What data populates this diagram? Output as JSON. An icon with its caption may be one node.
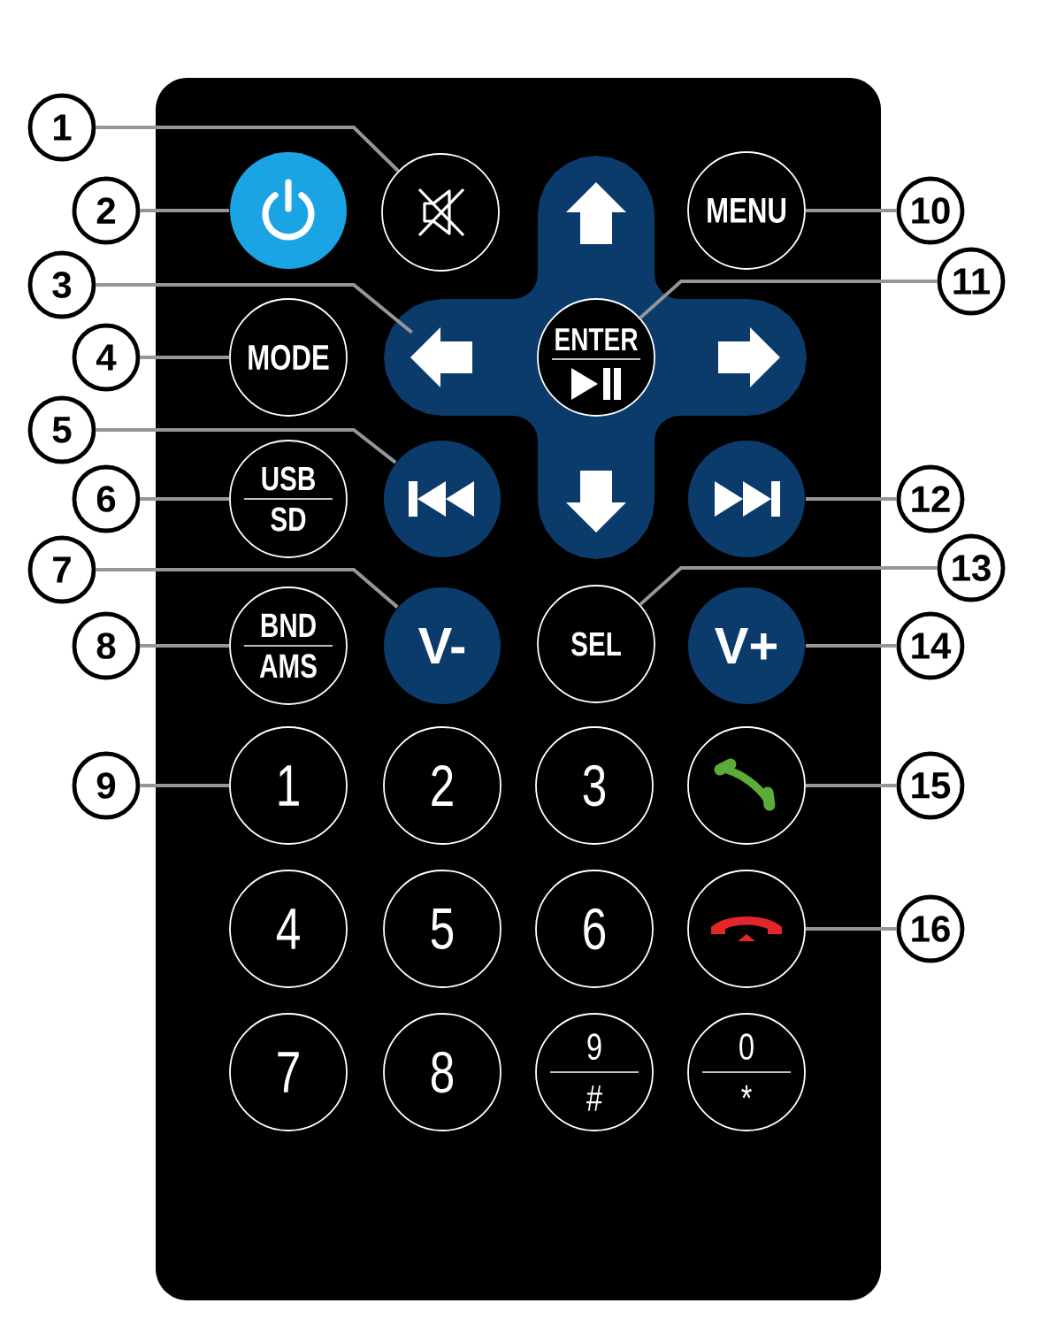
{
  "diagram": {
    "nodes": [
      {
        "text": [],
        "shape": "box"
      },
      {
        "text": [],
        "shape": "circle",
        "in": 0
      },
      {
        "text": [],
        "shape": "circle",
        "in": 0
      },
      {
        "text": [],
        "shape": "cross",
        "in": 0
      },
      {
        "text": [],
        "shape": "arrow",
        "in": 3
      },
      {
        "text": [
          "MENU"
        ],
        "in": 0
      },
      {
        "text": [
          "MODE"
        ],
        "in": 0
      },
      {
        "text": [],
        "shape": "arrow",
        "in": 3
      },
      {
        "text": [
          "ENTER"
        ],
        "in": 3
      },
      {
        "text": [],
        "shape": "arrow",
        "in": 3
      },
      {
        "text": [
          "USB",
          "SD"
        ],
        "in": 0
      },
      {
        "text": [],
        "shape": "circle",
        "in": 0
      },
      {
        "text": [],
        "shape": "arrow",
        "in": 3
      },
      {
        "text": [],
        "shape": "circle",
        "in": 0
      },
      {
        "text": [
          "BND",
          "AMS"
        ],
        "in": 0
      },
      {
        "text": [
          "V-"
        ],
        "in": 0
      },
      {
        "text": [
          "SEL"
        ],
        "in": 0
      },
      {
        "text": [
          "V+"
        ],
        "in": 0
      },
      {
        "text": [
          "1"
        ],
        "in": 0
      },
      {
        "text": [
          "2"
        ],
        "in": 0
      },
      {
        "text": [
          "3"
        ],
        "in": 0
      },
      {
        "text": [],
        "shape": "circle",
        "in": 0
      },
      {
        "text": [
          "4"
        ],
        "in": 0
      },
      {
        "text": [
          "5"
        ],
        "in": 0
      },
      {
        "text": [
          "6"
        ],
        "in": 0
      },
      {
        "text": [],
        "shape": "circle",
        "in": 0
      },
      {
        "text": [
          "7"
        ],
        "in": 0
      },
      {
        "text": [
          "8"
        ],
        "in": 0
      },
      {
        "text": [
          "9",
          "#"
        ],
        "in": 0
      },
      {
        "text": [
          "0",
          "*"
        ],
        "in": 0
      },
      {
        "text": [
          "1"
        ]
      },
      {
        "text": [
          "2"
        ]
      },
      {
        "text": [
          "3"
        ]
      },
      {
        "text": [
          "4"
        ]
      },
      {
        "text": [
          "5"
        ]
      },
      {
        "text": [
          "6"
        ]
      },
      {
        "text": [
          "7"
        ]
      },
      {
        "text": [
          "8"
        ]
      },
      {
        "text": [
          "9"
        ]
      },
      {
        "text": [
          "10"
        ]
      },
      {
        "text": [
          "11"
        ]
      },
      {
        "text": [
          "12"
        ]
      },
      {
        "text": [
          "13"
        ]
      },
      {
        "text": [
          "14"
        ]
      },
      {
        "text": [
          "15"
        ]
      },
      {
        "text": [
          "16"
        ]
      }
    ],
    "edges": [
      {
        "from": 30,
        "to": 2,
        "arrow": "none"
      },
      {
        "from": 31,
        "to": 1,
        "arrow": "none"
      },
      {
        "from": 32,
        "to": 7,
        "arrow": "none"
      },
      {
        "from": 33,
        "to": 6,
        "arrow": "none"
      },
      {
        "from": 34,
        "to": 11,
        "arrow": "none"
      },
      {
        "from": 35,
        "to": 10,
        "arrow": "none"
      },
      {
        "from": 36,
        "to": 15,
        "arrow": "none"
      },
      {
        "from": 37,
        "to": 14,
        "arrow": "none"
      },
      {
        "from": 38,
        "to": 18,
        "arrow": "none"
      },
      {
        "from": 39,
        "to": 5,
        "arrow": "none"
      },
      {
        "from": 40,
        "to": 8,
        "arrow": "none"
      },
      {
        "from": 41,
        "to": 13,
        "arrow": "none"
      },
      {
        "from": 42,
        "to": 16,
        "arrow": "none"
      },
      {
        "from": 43,
        "to": 17,
        "arrow": "none"
      },
      {
        "from": 44,
        "to": 21,
        "arrow": "none"
      },
      {
        "from": 45,
        "to": 25,
        "arrow": "none"
      }
    ]
  }
}
